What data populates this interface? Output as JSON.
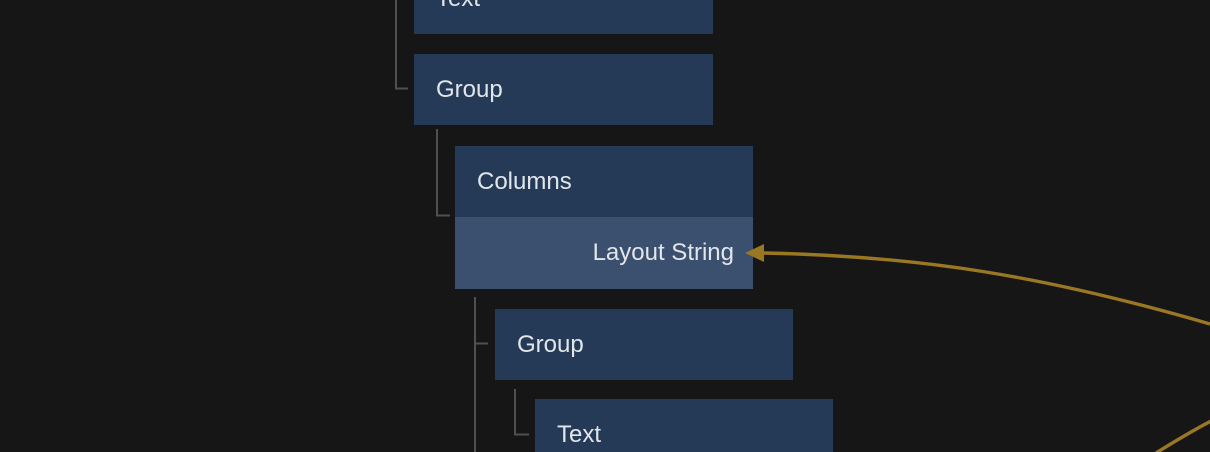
{
  "colors": {
    "background": "#161616",
    "node_fill": "#243a57",
    "port_fill": "#3b506e",
    "label_text": "#e2e6ea",
    "tree_line": "#505050",
    "wire": "#9a7722"
  },
  "tree": {
    "nodes": [
      {
        "label": "Text"
      },
      {
        "label": "Group"
      },
      {
        "label": "Columns",
        "port": {
          "label": "Layout String"
        }
      },
      {
        "label": "Group"
      },
      {
        "label": "Text"
      }
    ]
  },
  "wires": [
    {
      "description": "wire with arrowhead entering Layout String port from right",
      "color": "#9a7722"
    },
    {
      "description": "wire crossing bottom-right corner",
      "color": "#9a7722"
    }
  ]
}
